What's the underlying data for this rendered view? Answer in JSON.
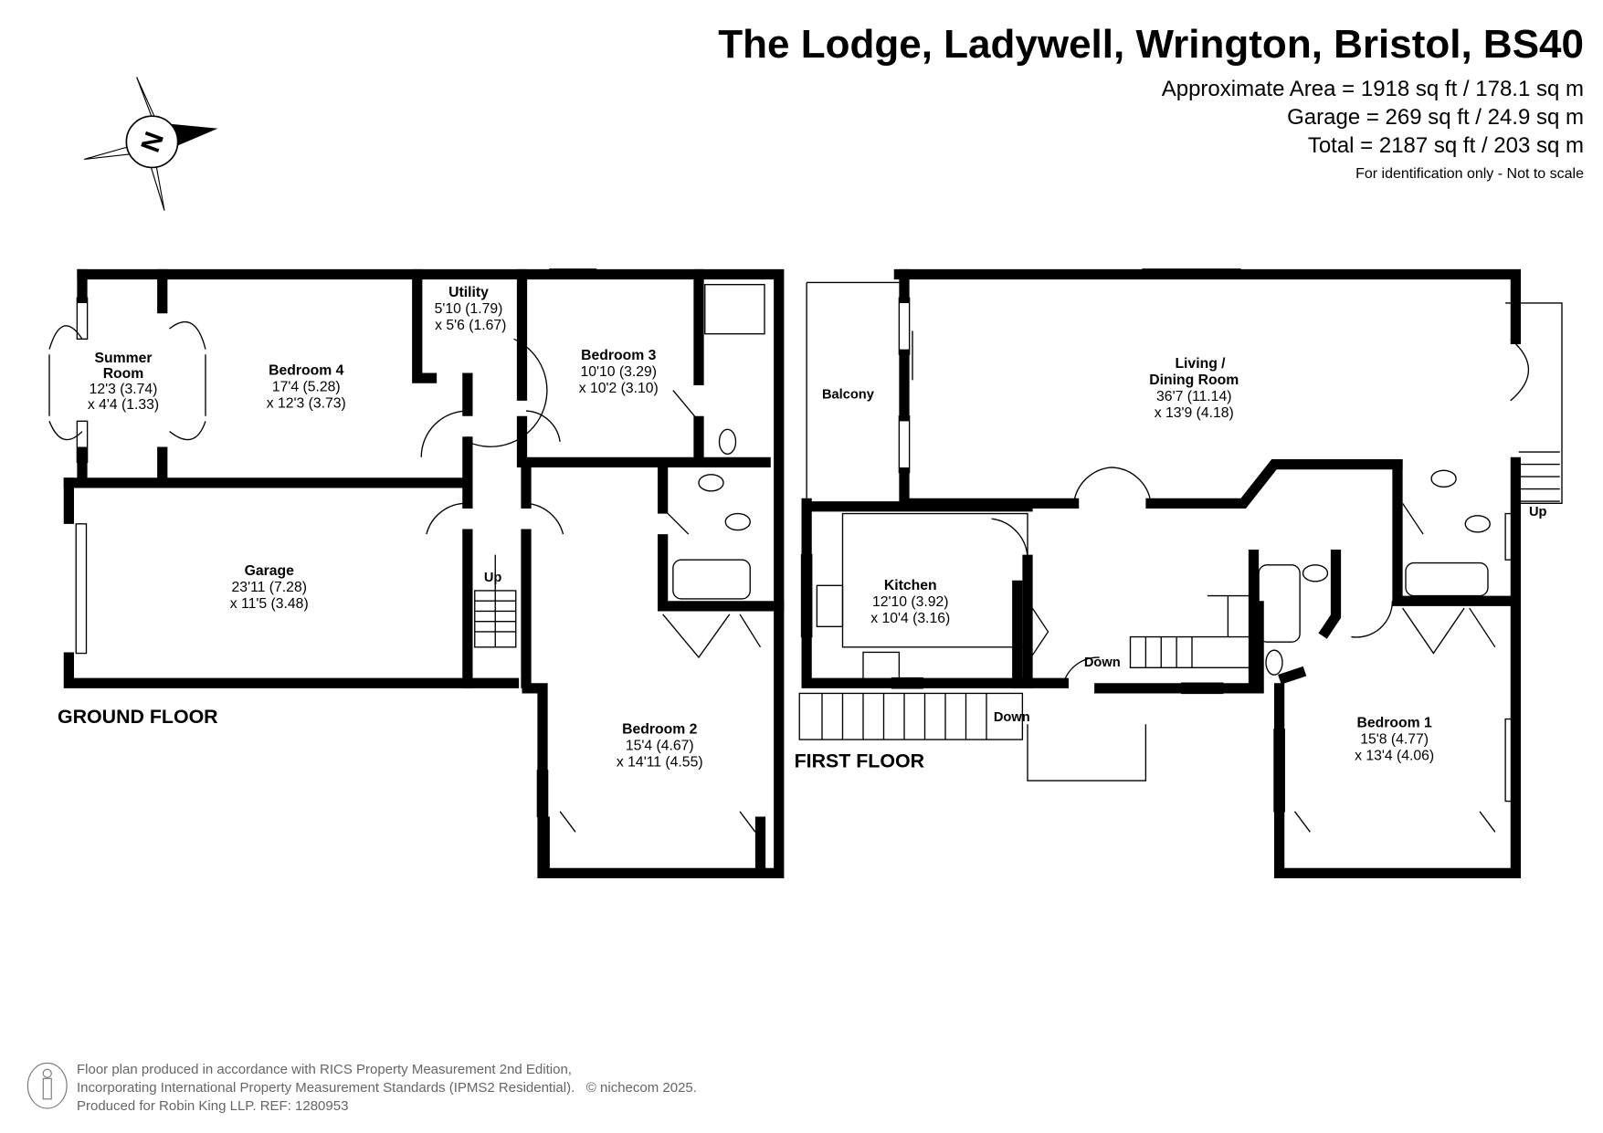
{
  "header": {
    "title": "The Lodge, Ladywell, Wrington, Bristol, BS40",
    "approx_area": "Approximate Area = 1918 sq ft / 178.1 sq m",
    "garage_area": "Garage = 269 sq ft / 24.9 sq m",
    "total_area": "Total = 2187 sq ft / 203 sq m",
    "note": "For identification only - Not to scale"
  },
  "compass": {
    "label": "N",
    "icon": "compass-rose-icon"
  },
  "ground_floor": {
    "label": "GROUND FLOOR",
    "rooms": [
      {
        "name": "Summer",
        "name2": "Room",
        "dim1": "12'3 (3.74)",
        "dim2": "x 4'4 (1.33)"
      },
      {
        "name": "Bedroom 4",
        "dim1": "17'4 (5.28)",
        "dim2": "x 12'3 (3.73)"
      },
      {
        "name": "Utility",
        "dim1": "5'10 (1.79)",
        "dim2": "x 5'6 (1.67)"
      },
      {
        "name": "Bedroom 3",
        "dim1": "10'10 (3.29)",
        "dim2": "x 10'2 (3.10)"
      },
      {
        "name": "Garage",
        "dim1": "23'11 (7.28)",
        "dim2": "x 11'5 (3.48)"
      },
      {
        "name": "Bedroom 2",
        "dim1": "15'4 (4.67)",
        "dim2": "x 14'11 (4.55)"
      }
    ],
    "stairs_label": "Up"
  },
  "first_floor": {
    "label": "FIRST FLOOR",
    "rooms": [
      {
        "name": "Balcony"
      },
      {
        "name": "Living /",
        "name2": "Dining Room",
        "dim1": "36'7 (11.14)",
        "dim2": "x 13'9 (4.18)"
      },
      {
        "name": "Kitchen",
        "dim1": "12'10 (3.92)",
        "dim2": "x 10'4 (3.16)"
      },
      {
        "name": "Bedroom 1",
        "dim1": "15'8 (4.77)",
        "dim2": "x 13'4 (4.06)"
      }
    ],
    "down_label_1": "Down",
    "down_label_2": "Down",
    "up_label": "Up"
  },
  "footer": {
    "line1": "Floor plan produced in accordance with RICS Property Measurement 2nd Edition,",
    "line2": "Incorporating International Property Measurement Standards (IPMS2 Residential).",
    "copyright": "© nichecom 2025.",
    "line3": "Produced for Robin King LLP.   REF:  1280953",
    "icon": "person-icon"
  }
}
